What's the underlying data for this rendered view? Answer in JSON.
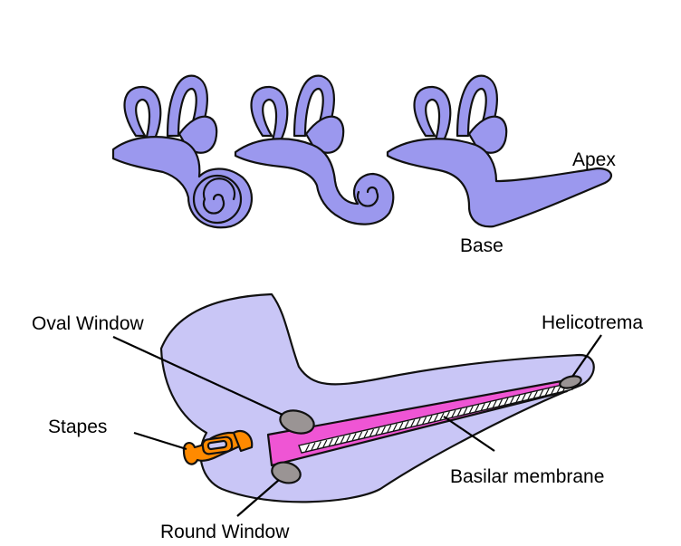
{
  "labels": {
    "apex": "Apex",
    "base": "Base",
    "oval_window": "Oval Window",
    "helicotrema": "Helicotrema",
    "stapes": "Stapes",
    "basilar_membrane": "Basilar membrane",
    "round_window": "Round Window"
  },
  "colors": {
    "inner_ear": "#9b98ee",
    "cochlea_fill": "#c9c6f6",
    "membrane": "#ef55d4",
    "stapes": "#ff8a00",
    "windows": "#9a9494",
    "outline": "#111111"
  }
}
